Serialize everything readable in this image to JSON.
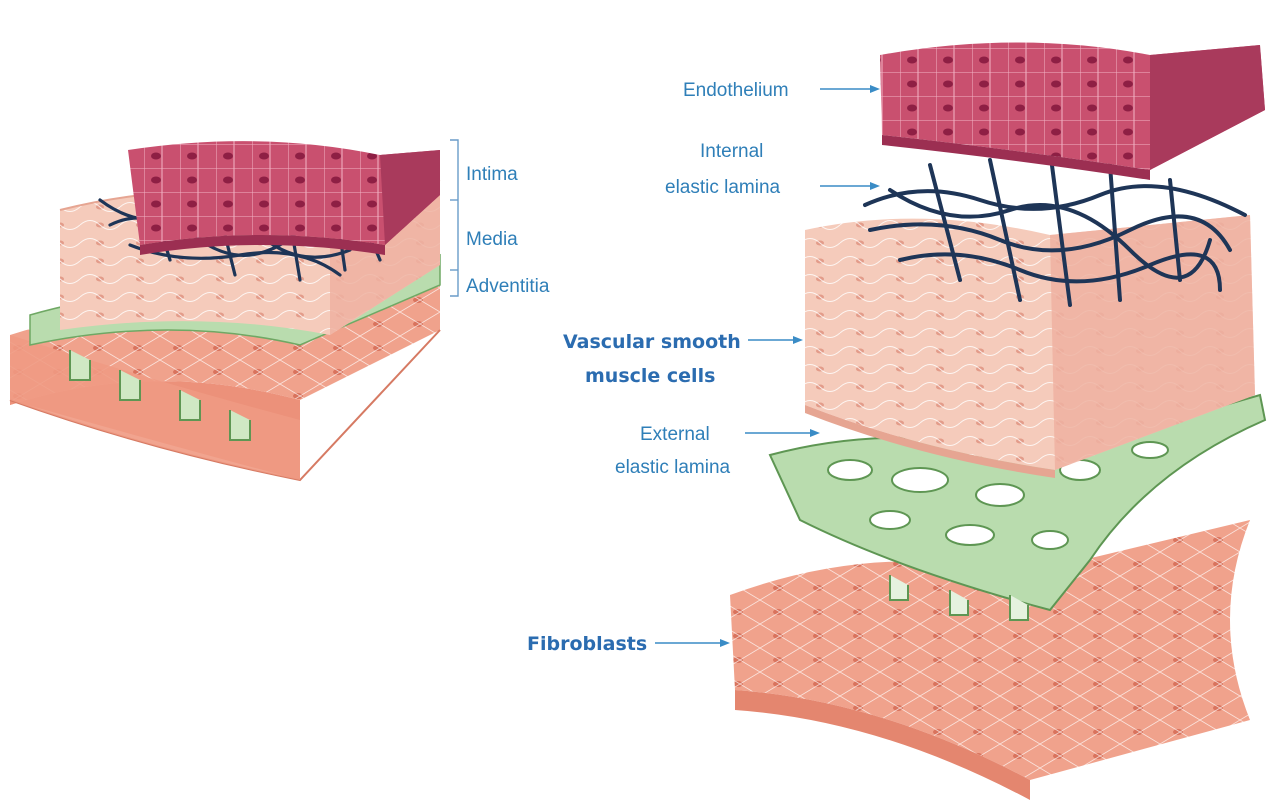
{
  "layers": {
    "endothelium": "Endothelium",
    "internal_elastic_lamina_l1": "Internal",
    "internal_elastic_lamina_l2": "elastic lamina",
    "vsmc_l1": "Vascular smooth",
    "vsmc_l2": "muscle cells",
    "external_elastic_lamina_l1": "External",
    "external_elastic_lamina_l2": "elastic lamina",
    "fibroblasts": "Fibroblasts"
  },
  "tunics": {
    "intima": "Intima",
    "media": "Media",
    "adventitia": "Adventitia"
  },
  "colors": {
    "endothelium": "#c24a6e",
    "elastic_fiber": "#1e3557",
    "smooth_muscle": "#f3c2b2",
    "external_lamina": "#b9dcae",
    "fibroblast": "#ee9a84",
    "label": "#2f7fb8"
  }
}
